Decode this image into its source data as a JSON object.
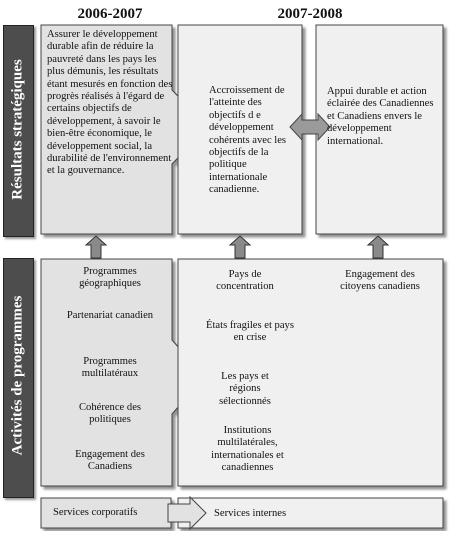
{
  "years": {
    "left": "2006-2007",
    "right": "2007-2008"
  },
  "bands": {
    "top": "Résultats stratégiques",
    "bottom": "Activités de programmes"
  },
  "strategic": {
    "box1": "Assurer le développement durable afin de réduire la pauvreté dans les pays les plus démunis, les résultats étant mesurés en fonction des progrès réalisés à l'égard de certains objectifs de développement, à savoir le bien-être économique, le développement social, la durabilité de l'environnement et la gouvernance.",
    "box2": "Accroissement de l'atteinte des objectifs d e développement cohérents avec les objectifs de la politique internationale canadienne.",
    "box3": "Appui durable et action éclairée des Canadiennes et Canadiens envers le développement international."
  },
  "programs_left": [
    "Programmes géographiques",
    "Partenariat canadien",
    "Programmes multilatéraux",
    "Cohérence des politiques",
    "Engagement des Canadiens"
  ],
  "programs_right": [
    "Pays de concentration",
    "États fragiles et pays en crise",
    "Les pays et régions sélectionnés",
    "Institutions multilatérales, internationales et canadiennes"
  ],
  "programs_far_right": "Engagement des citoyens canadiens",
  "services": {
    "left": "Services corporatifs",
    "right": "Services internes"
  }
}
